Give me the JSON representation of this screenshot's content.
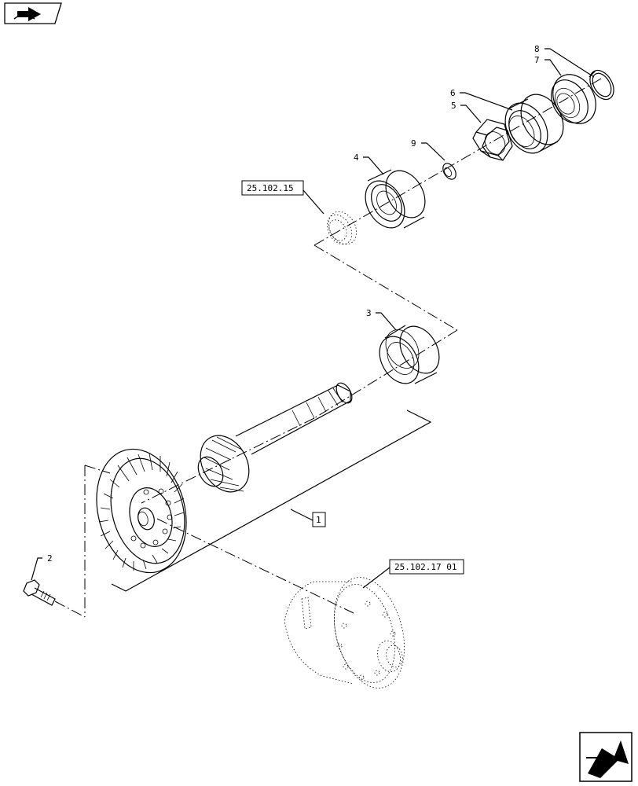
{
  "icons": {
    "top_left": "book-arrow-icon",
    "bottom_right": "next-page-arrow-icon"
  },
  "callouts": [
    "1",
    "2",
    "3",
    "4",
    "5",
    "6",
    "7",
    "8",
    "9"
  ],
  "references": {
    "bearing_seat": "25.102.15",
    "differential": "25.102.17 01"
  }
}
